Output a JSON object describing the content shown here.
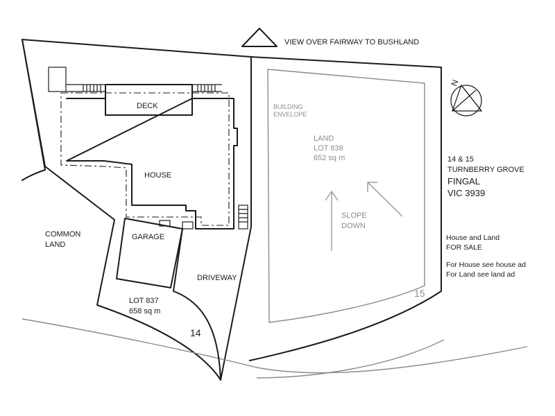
{
  "view_label": "VIEW OVER FAIRWAY TO BUSHLAND",
  "compass_letter": "N",
  "labels": {
    "deck": "DECK",
    "house": "HOUSE",
    "garage": "GARAGE",
    "driveway": "DRIVEWAY",
    "common_land_1": "COMMON",
    "common_land_2": "LAND",
    "lot837_1": "LOT 837",
    "lot837_2": "658 sq m",
    "lot14": "14",
    "building_envelope_1": "BUILDING",
    "building_envelope_2": "ENVELOPE",
    "land_1": "LAND",
    "land_2": "LOT 838",
    "land_3": "652 sq m",
    "slope_1": "SLOPE",
    "slope_2": "DOWN",
    "lot15": "15"
  },
  "address": {
    "line1": "14 & 15",
    "line2": "TURNBERRY GROVE",
    "line3": "FINGAL",
    "line4": "VIC 3939"
  },
  "sale": {
    "line1": "House and Land",
    "line2": "FOR SALE",
    "line3": "For House see house ad",
    "line4": "For Land see land ad"
  }
}
